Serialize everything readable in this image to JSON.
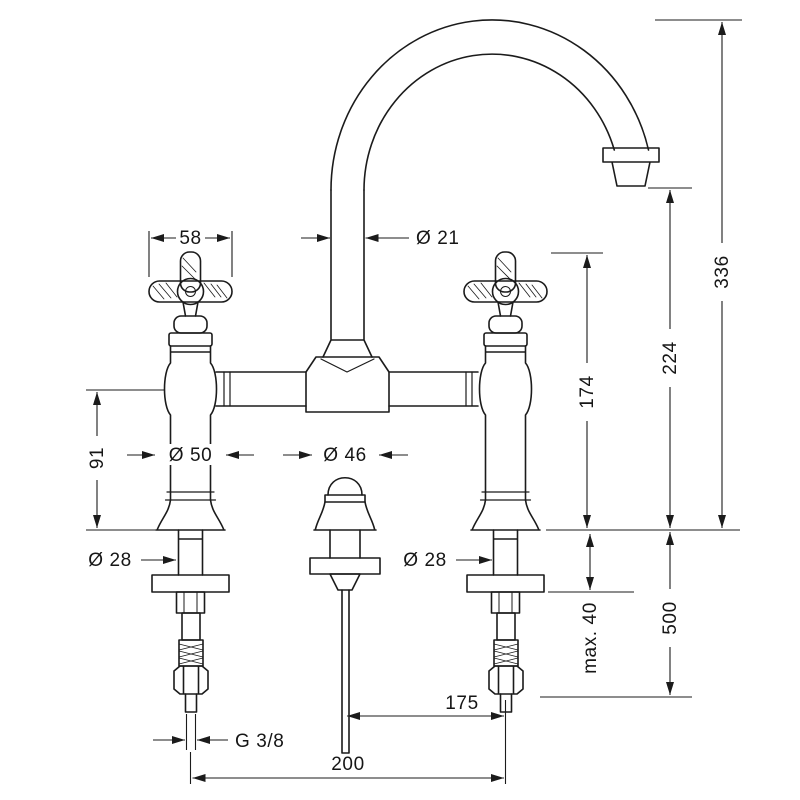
{
  "drawing": {
    "kind": "bridge-faucet-technical-dimension-drawing",
    "line_color": "#1b1b1b",
    "dims": {
      "handle_width": "58",
      "spout_pipe_diameter": "Ø 21",
      "overall_height": "336",
      "spout_outlet_height": "224",
      "handle_height": "174",
      "body_height": "91",
      "rosette_diameter": "Ø 50",
      "popup_knob_diameter": "Ø 46",
      "left_shank_diameter": "Ø 28",
      "right_shank_diameter": "Ø 28",
      "max_deck_thickness": "max. 40",
      "hose_length": "500",
      "popup_offset": "175",
      "thread_size": "G 3/8",
      "tap_hole_spacing": "200"
    }
  }
}
